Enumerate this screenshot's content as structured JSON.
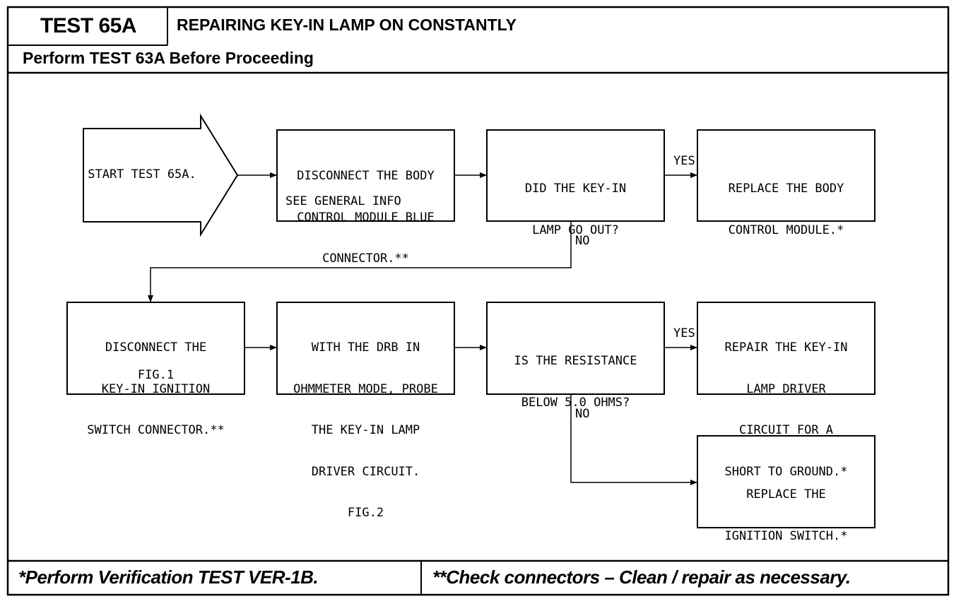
{
  "header": {
    "test_label": "TEST 65A",
    "title": "REPAIRING KEY-IN LAMP ON CONSTANTLY",
    "prerequisite": "Perform TEST 63A Before Proceeding"
  },
  "flowchart": {
    "start_arrow": "START TEST 65A.",
    "disconnect_bcm": {
      "line1": "DISCONNECT THE BODY",
      "line2": "CONTROL MODULE BLUE",
      "line3": "CONNECTOR.**",
      "line4": "SEE GENERAL INFO"
    },
    "decision_lamp_out": {
      "line1": "DID THE KEY-IN",
      "line2": "LAMP GO OUT?"
    },
    "replace_bcm": {
      "line1": "REPLACE THE BODY",
      "line2": "CONTROL MODULE.*"
    },
    "disconnect_switch": {
      "line1": "DISCONNECT THE",
      "line2": "KEY-IN IGNITION",
      "line3": "SWITCH CONNECTOR.**",
      "line4": "FIG.1"
    },
    "probe_circuit": {
      "line1": "WITH THE DRB IN",
      "line2": "OHMMETER MODE, PROBE",
      "line3": "THE KEY-IN LAMP",
      "line4": "DRIVER CIRCUIT.",
      "line5": "FIG.2"
    },
    "decision_resistance": {
      "line1": "IS THE RESISTANCE",
      "line2": "BELOW 5.0 OHMS?"
    },
    "repair_driver": {
      "line1": "REPAIR THE KEY-IN",
      "line2": "LAMP DRIVER",
      "line3": "CIRCUIT FOR A",
      "line4": "SHORT TO GROUND.*"
    },
    "replace_switch": {
      "line1": "REPLACE THE",
      "line2": "IGNITION SWITCH.*"
    },
    "labels": {
      "yes_top": "YES",
      "no_top": "NO",
      "yes_bottom": "YES",
      "no_bottom": "NO"
    }
  },
  "footer": {
    "left": "*Perform Verification TEST VER-1B.",
    "right": "**Check connectors – Clean / repair as necessary."
  },
  "colors": {
    "ink": "#000000",
    "paper": "#ffffff"
  }
}
